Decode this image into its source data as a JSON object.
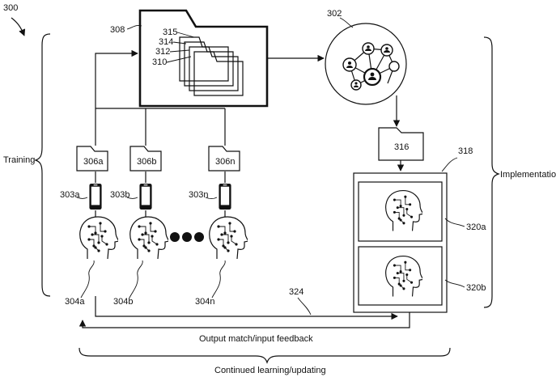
{
  "figure_number": "300",
  "labels": {
    "database": "308",
    "file_315": "315",
    "file_314": "314",
    "file_312": "312",
    "file_310": "310",
    "network": "302",
    "output_file": "316",
    "display_group": "318",
    "device_a": "303a",
    "device_b": "303b",
    "device_n": "303n",
    "file_a": "306a",
    "file_b": "306b",
    "file_n": "306n",
    "user_a": "304a",
    "user_b": "304b",
    "user_n": "304n",
    "display_a": "320a",
    "display_b": "320b",
    "feedback_line": "324"
  },
  "texts": {
    "training": "Training",
    "implementation": "Implementation",
    "feedback": "Output match/input feedback",
    "continued": "Continued learning/updating"
  },
  "icons": [
    "folder-icon",
    "neural-network-icon",
    "smartphone-icon",
    "brain-head-icon",
    "ellipsis-dots-icon"
  ]
}
